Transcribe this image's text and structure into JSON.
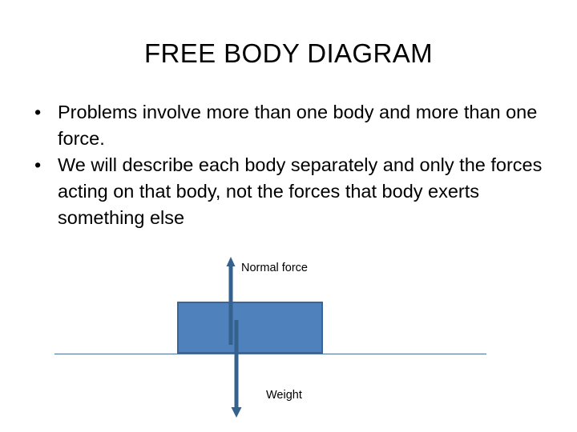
{
  "slide": {
    "title": "FREE BODY DIAGRAM",
    "background_color": "#FFFFFF",
    "text_color": "#000000",
    "bullets": [
      {
        "marker": "•",
        "text": "Problems involve more than one body and more than one force."
      },
      {
        "marker": "•",
        "text": "We will describe each body separately and only the forces acting on that body, not the forces that body exerts something else"
      }
    ],
    "diagram": {
      "name": "free-body-diagram",
      "block": {
        "label": "body-block",
        "fill_color": "#4F81BD",
        "border_color": "#3A6398"
      },
      "ground": {
        "label": "ground-surface-line",
        "color": "#4A7099"
      },
      "forces": [
        {
          "name": "normal-force",
          "label": "Normal force",
          "direction": "up",
          "color": "#35618F"
        },
        {
          "name": "weight-force",
          "label": "Weight",
          "direction": "down",
          "color": "#35618F"
        }
      ]
    }
  }
}
